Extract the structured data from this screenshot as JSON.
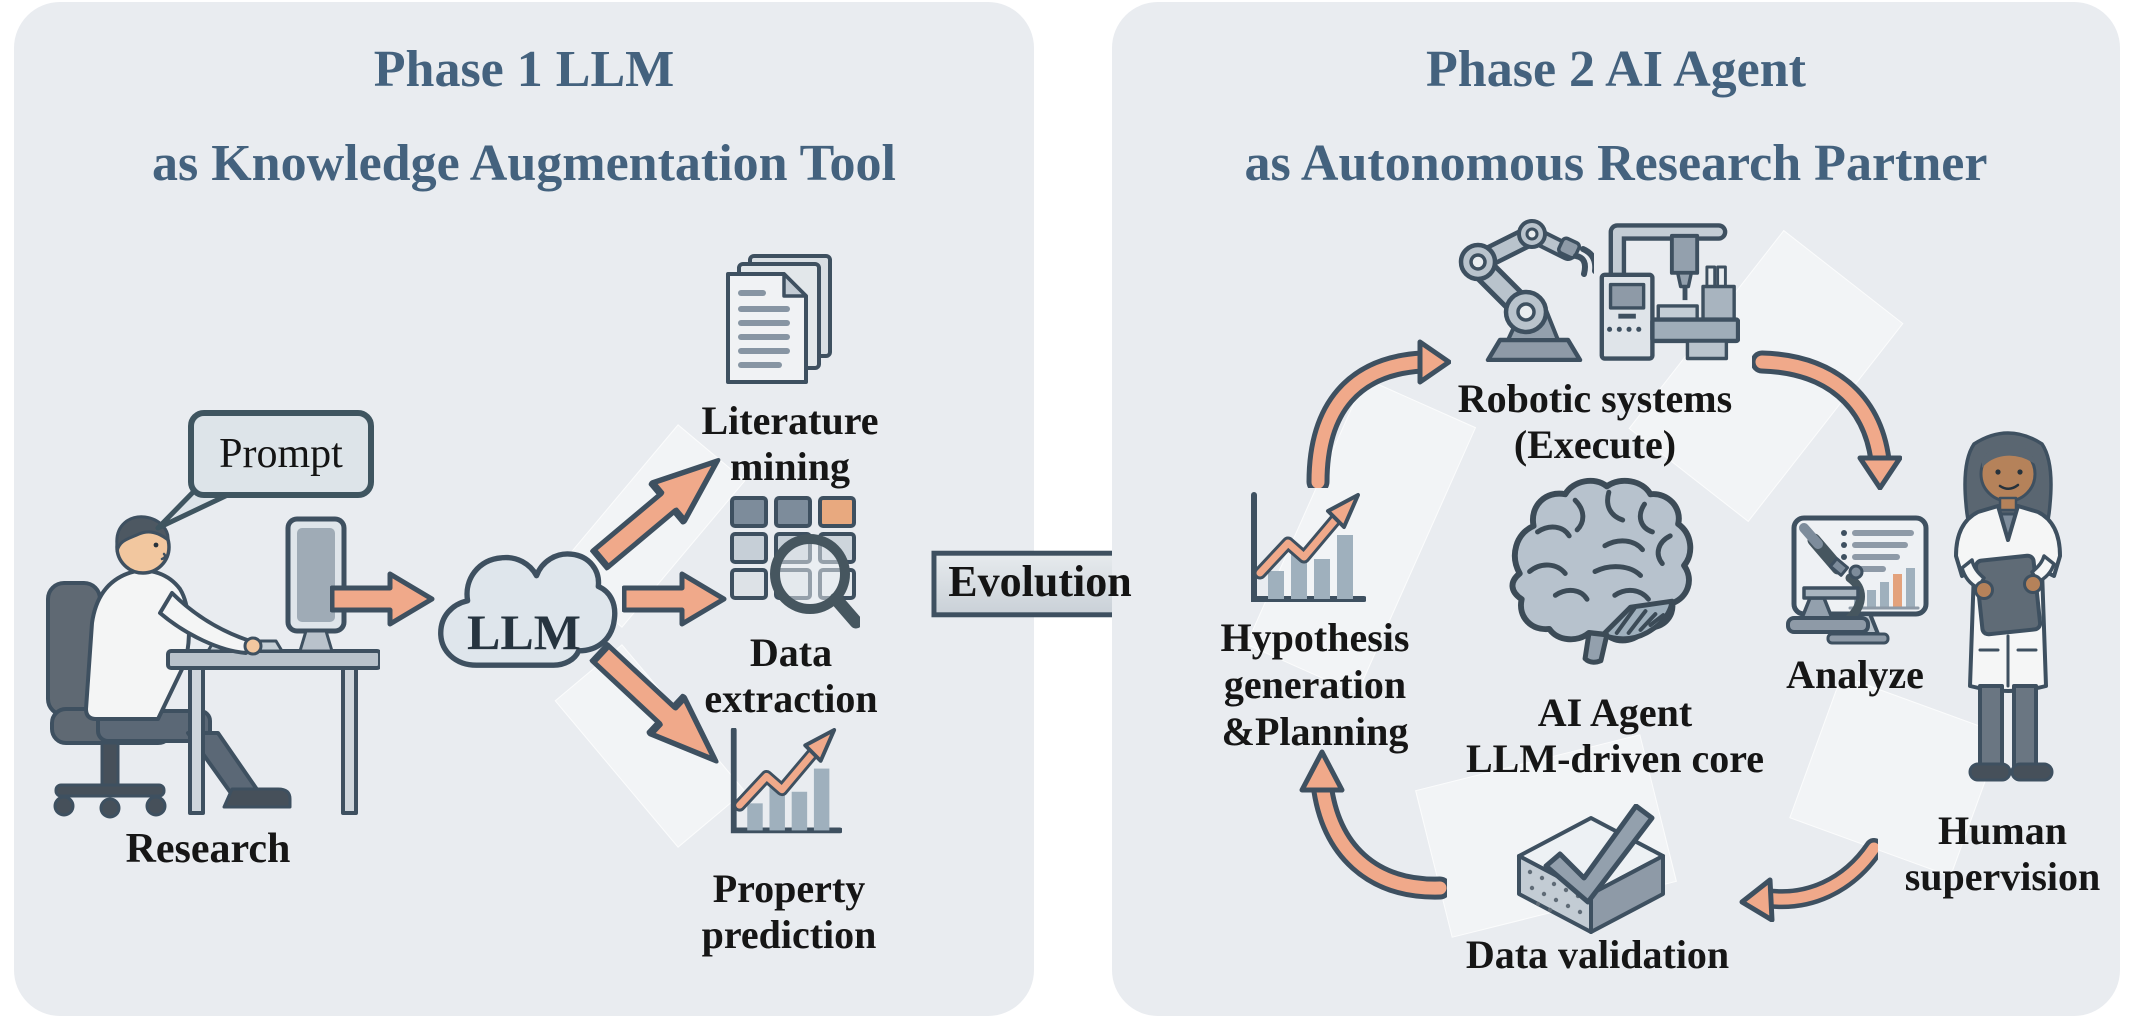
{
  "colors": {
    "panel_background": "#e9ecf0",
    "page_background": "#ffffff",
    "title_blue": "#44627e",
    "accent_salmon": "#f0a98a",
    "outline_slate": "#3e5060",
    "label_black": "#161616"
  },
  "left_panel": {
    "title_line1": "Phase 1 LLM",
    "title_line2": "as Knowledge Augmentation Tool",
    "prompt_bubble": "Prompt",
    "researcher_label": "Research",
    "llm_label": "LLM",
    "outputs": [
      {
        "icon": "documents-icon",
        "line1": "Literature",
        "line2": "mining"
      },
      {
        "icon": "grid-magnifier-icon",
        "line1": "Data",
        "line2": "extraction"
      },
      {
        "icon": "growth-chart-icon",
        "line1": "Property",
        "line2": "prediction"
      }
    ]
  },
  "evolution_label": "Evolution",
  "right_panel": {
    "title_line1": "Phase 2 AI Agent",
    "title_line2": "as Autonomous Research Partner",
    "robotic_line1": "Robotic systems",
    "robotic_line2": "(Execute)",
    "analyze_label": "Analyze",
    "human_line1": "Human",
    "human_line2": "supervision",
    "validation_label": "Data validation",
    "hypothesis_line1": "Hypothesis",
    "hypothesis_line2": "generation",
    "hypothesis_line3": "&Planning",
    "core_line1": "AI Agent",
    "core_line2": "LLM-driven core"
  }
}
